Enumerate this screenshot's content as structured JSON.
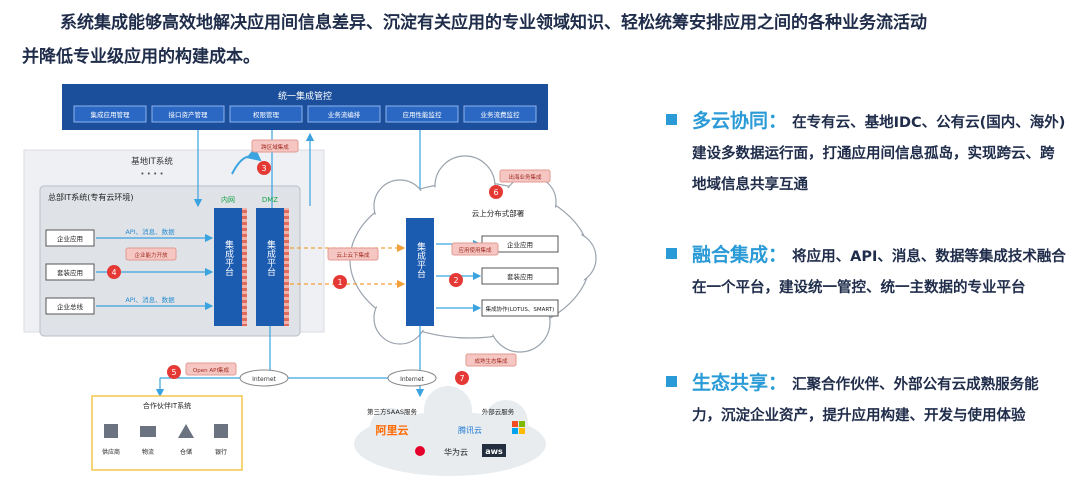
{
  "headline": {
    "line1": "系统集成能够高效地解决应用间信息差异、沉淀有关应用的专业领域知识、轻松统筹安排应用之间的各种业务流活动",
    "line2": "并降低专业级应用的构建成本。"
  },
  "diagram": {
    "unified": {
      "title": "统一集成管控",
      "items": [
        "集成应用管理",
        "接口资产管理",
        "权限管理",
        "业务流编排",
        "应用性能监控",
        "业务流费监控"
      ]
    },
    "base_it": "基地IT系统",
    "dots": "• • • •",
    "hq": {
      "title": "总部IT系统(专有云环境)",
      "apps": [
        "企业应用",
        "套装应用",
        "企业总线"
      ],
      "arrow_label": "API、消息、数据",
      "tag_capability": "企业能力开放",
      "intranet": "内网",
      "dmz": "DMZ",
      "platform": "集成平台"
    },
    "cloud": {
      "title": "云上分布式部署",
      "platform": "集成平台",
      "apps": [
        "企业应用",
        "套装应用",
        "集成协作(LOTUS、SMART)"
      ],
      "tag_app_api": "应用使用集成"
    },
    "callouts": [
      {
        "num": "1",
        "text": "云上云下集成"
      },
      {
        "num": "2",
        "text": "应用使用集成"
      },
      {
        "num": "3",
        "text": "跨区域集成"
      },
      {
        "num": "4",
        "text": "企业能力开放"
      },
      {
        "num": "5",
        "text": "Open API集成"
      },
      {
        "num": "6",
        "text": "出海业务集成"
      },
      {
        "num": "7",
        "text": "成熟生态集成"
      }
    ],
    "internet_label": "Internet",
    "partner": {
      "title": "合作伙伴IT系统",
      "items": [
        "供应商",
        "物流",
        "仓储",
        "银行"
      ]
    },
    "external": {
      "saas_label": "第三方SAAS服务",
      "cloud_label": "外部云服务",
      "logos": [
        "阿里云",
        "腾讯云",
        "华为云",
        "aws"
      ]
    }
  },
  "bullets": [
    {
      "keyword": "多云协同",
      "sep": "：",
      "text": "在专有云、基地IDC、公有云(国内、海外)建设多数据运行面，打通应用间信息孤岛，实现跨云、跨地域信息共享互通"
    },
    {
      "keyword": "融合集成",
      "sep": "：",
      "text": "将应用、API、消息、数据等集成技术融合在一个平台，建设统一管控、统一主数据的专业平台"
    },
    {
      "keyword": "生态共享",
      "sep": "：",
      "text": "汇聚合作伙伴、外部公有云成熟服务能力，沉淀企业资产，提升应用构建、开发与使用体验"
    }
  ],
  "colors": {
    "navy": "#1b4f9c",
    "accent": "#2a9bd6",
    "callout": "#e53935",
    "text": "#1f2c4a"
  }
}
